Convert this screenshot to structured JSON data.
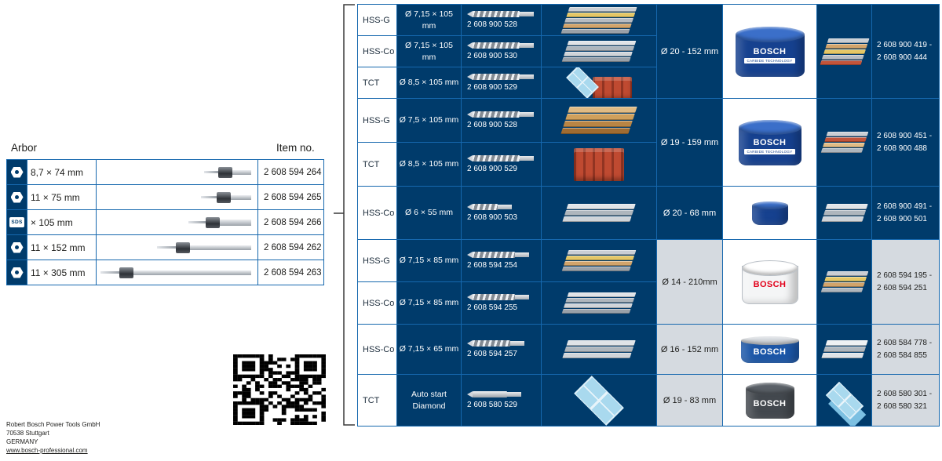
{
  "colors": {
    "dark_blue": "#003b6b",
    "border_blue": "#1668ae",
    "light_gray": "#d5dae0",
    "bosch_red": "#e2001a",
    "text_dark": "#1d1d1b"
  },
  "arbor_section": {
    "title": "Arbor",
    "item_header": "Item no.",
    "rows": [
      {
        "icon": {
          "kind": "hex"
        },
        "size": "8,7 × 74 mm",
        "item": "2 608 594 264",
        "image": {
          "kind": "arbor",
          "tip": 18,
          "shank": 24
        }
      },
      {
        "icon": {
          "kind": "hex"
        },
        "size": "11 × 75 mm",
        "item": "2 608 594 265",
        "image": {
          "kind": "arbor",
          "tip": 20,
          "shank": 26
        }
      },
      {
        "icon": {
          "kind": "badge",
          "text": "SDS"
        },
        "size": "× 105 mm",
        "item": "2 608 594 266",
        "image": {
          "kind": "arbor",
          "tip": 22,
          "shank": 40,
          "sds": true
        }
      },
      {
        "icon": {
          "kind": "hex"
        },
        "size": "11 × 152 mm",
        "item": "2 608 594 262",
        "image": {
          "kind": "arbor",
          "tip": 24,
          "shank": 78
        }
      },
      {
        "icon": {
          "kind": "hex"
        },
        "size": "11 × 305 mm",
        "item": "2 608 594 263",
        "image": {
          "kind": "arbor",
          "tip": 24,
          "shank": 150
        }
      }
    ]
  },
  "qr": {
    "kind": "qr",
    "modules": 21,
    "w": 118,
    "h": 90
  },
  "footer": {
    "line1": "Robert Bosch Power Tools GmbH",
    "line2": "70538 Stuttgart",
    "line3": "GERMANY",
    "link": "www.bosch-professional.com"
  },
  "pilot_rows": [
    {
      "type": "HSS-G",
      "dim": "Ø 7,15 × 105 mm",
      "item": "2 608 900 528",
      "drill": {
        "kind": "drill",
        "len": 86
      },
      "material": {
        "kind": "stack",
        "w": 86,
        "lh": 6,
        "layers": [
          "#c9ced4",
          "#e4c766",
          "#b7bcc2",
          "#d2a46b",
          "#9aa1a8"
        ]
      }
    },
    {
      "type": "HSS-Co",
      "dim": "Ø 7,15 × 105 mm",
      "item": "2 608 900 530",
      "drill": {
        "kind": "drill",
        "len": 86
      },
      "material": {
        "kind": "stack",
        "w": 86,
        "lh": 6,
        "layers": [
          "#e0e4e8",
          "#aeb6bd",
          "#cfd4d9",
          "#99a1a9"
        ]
      }
    },
    {
      "type": "TCT",
      "dim": "Ø 8,5 × 105 mm",
      "item": "2 608 900 529",
      "drill": {
        "kind": "drill",
        "len": 86
      },
      "material": {
        "kind": "tile-brick"
      }
    },
    {
      "type": "HSS-G",
      "dim": "Ø 7,5 × 105 mm",
      "item": "2 608 900 528",
      "drill": {
        "kind": "drill",
        "len": 86
      },
      "material": {
        "kind": "stack",
        "w": 86,
        "lh": 8,
        "layers": [
          "#e0bb84",
          "#cfa05c",
          "#b98545",
          "#a06c32"
        ]
      }
    },
    {
      "type": "TCT",
      "dim": "Ø 8,5 × 105 mm",
      "item": "2 608 900 529",
      "drill": {
        "kind": "drill",
        "len": 86
      },
      "material": {
        "kind": "brick",
        "w": 64,
        "h": 42
      }
    },
    {
      "type": "HSS-Co",
      "dim": "Ø 6 × 55 mm",
      "item": "2 608 900 503",
      "drill": {
        "kind": "drill",
        "len": 58
      },
      "material": {
        "kind": "stack",
        "w": 86,
        "lh": 7,
        "layers": [
          "#e0e4e8",
          "#aeb6bd",
          "#cfd4d9"
        ]
      }
    },
    {
      "type": "HSS-G",
      "dim": "Ø 7,15 × 85 mm",
      "item": "2 608 594 254",
      "drill": {
        "kind": "drill",
        "len": 80
      },
      "material": {
        "kind": "stack",
        "w": 86,
        "lh": 6,
        "layers": [
          "#c9ced4",
          "#e4c766",
          "#d2a46b",
          "#9aa1a8"
        ]
      }
    },
    {
      "type": "HSS-Co",
      "dim": "Ø 7,15 × 85 mm",
      "item": "2 608 594 255",
      "drill": {
        "kind": "drill",
        "len": 80
      },
      "material": {
        "kind": "stack",
        "w": 86,
        "lh": 6,
        "layers": [
          "#e0e4e8",
          "#aeb6bd",
          "#cfd4d9",
          "#99a1a9"
        ]
      }
    },
    {
      "type": "HSS-Co",
      "dim": "Ø 7,15 × 65 mm",
      "item": "2 608 594 257",
      "drill": {
        "kind": "drill",
        "len": 74
      },
      "material": {
        "kind": "stack",
        "w": 86,
        "lh": 7,
        "layers": [
          "#e0e4e8",
          "#aeb6bd",
          "#cfd4d9"
        ]
      }
    },
    {
      "type": "TCT",
      "dim": "Auto start",
      "dim2": "Diamond",
      "item": "2 608 580 529",
      "drill": {
        "kind": "drill",
        "len": 70,
        "plain": true
      },
      "material": {
        "kind": "tile",
        "size": 54
      }
    }
  ],
  "saw_groups": [
    {
      "range": "Ø 20 - 152 mm",
      "item_from": "2 608 900 419 -",
      "item_to": "2 608 900 444",
      "saw": {
        "kind": "saw",
        "w": 88,
        "h": 64,
        "top": "#3b6fc9",
        "body": "#16418f",
        "label": "BOSCH",
        "labelColor": "#ffffff",
        "band": "CARBIDE TECHNOLOGY"
      },
      "stack": {
        "kind": "stack",
        "w": 52,
        "lh": 6,
        "layers": [
          "#c9ced4",
          "#d2a46b",
          "#e4c766",
          "#b7bcc2",
          "#c2543a"
        ]
      }
    },
    {
      "range": "Ø 19 - 159 mm",
      "item_from": "2 608 900 451 -",
      "item_to": "2 608 900 488",
      "saw": {
        "kind": "saw",
        "w": 80,
        "h": 58,
        "top": "#3b6fc9",
        "body": "#16418f",
        "label": "BOSCH",
        "labelColor": "#ffffff",
        "band": "CARBIDE TECHNOLOGY"
      },
      "stack": {
        "kind": "stack",
        "w": 52,
        "lh": 6,
        "layers": [
          "#c9ced4",
          "#c2543a",
          "#e0bb84",
          "#aeb6bd"
        ]
      }
    },
    {
      "range": "Ø 20 - 68 mm",
      "item_from": "2 608 900 491 -",
      "item_to": "2 608 900 501",
      "saw": {
        "kind": "saw",
        "w": 46,
        "h": 30,
        "top": "#3b6fc9",
        "body": "#16418f"
      },
      "stack": {
        "kind": "stack",
        "w": 52,
        "lh": 7,
        "layers": [
          "#e0e4e8",
          "#aeb6bd",
          "#cfd4d9"
        ]
      }
    },
    {
      "range": "Ø 14 - 210mm",
      "item_from": "2 608 594 195 -",
      "item_to": "2 608 594 251",
      "saw": {
        "kind": "saw",
        "w": 72,
        "h": 56,
        "top": "#ffffff",
        "body": "#f4f5f6",
        "border": "#b9bfc6",
        "label": "BOSCH",
        "labelColor": "#e2001a"
      },
      "stack": {
        "kind": "stack",
        "w": 52,
        "lh": 6,
        "layers": [
          "#c9ced4",
          "#e4c766",
          "#d2a46b",
          "#aeb6bd"
        ]
      }
    },
    {
      "range": "Ø 16 - 152 mm",
      "item_from": "2 608 584 778 -",
      "item_to": "2 608 584 855",
      "saw": {
        "kind": "saw",
        "w": 74,
        "h": 34,
        "top": "#d6dadf",
        "body": "#1c57a8",
        "label": "BOSCH",
        "labelColor": "#ffffff"
      },
      "stack": {
        "kind": "stack",
        "w": 52,
        "lh": 7,
        "layers": [
          "#eef1f3",
          "#aeb6bd",
          "#dfe3e7"
        ]
      }
    },
    {
      "range": "Ø 19 - 83 mm",
      "item_from": "2 608 580 301 -",
      "item_to": "2 608 580 321",
      "saw": {
        "kind": "saw",
        "w": 62,
        "h": 46,
        "top": "#5a6067",
        "body": "#43484e",
        "label": "BOSCH",
        "labelColor": "#ffffff"
      },
      "stack": {
        "kind": "tile",
        "size": 40,
        "stacked": true
      }
    }
  ]
}
